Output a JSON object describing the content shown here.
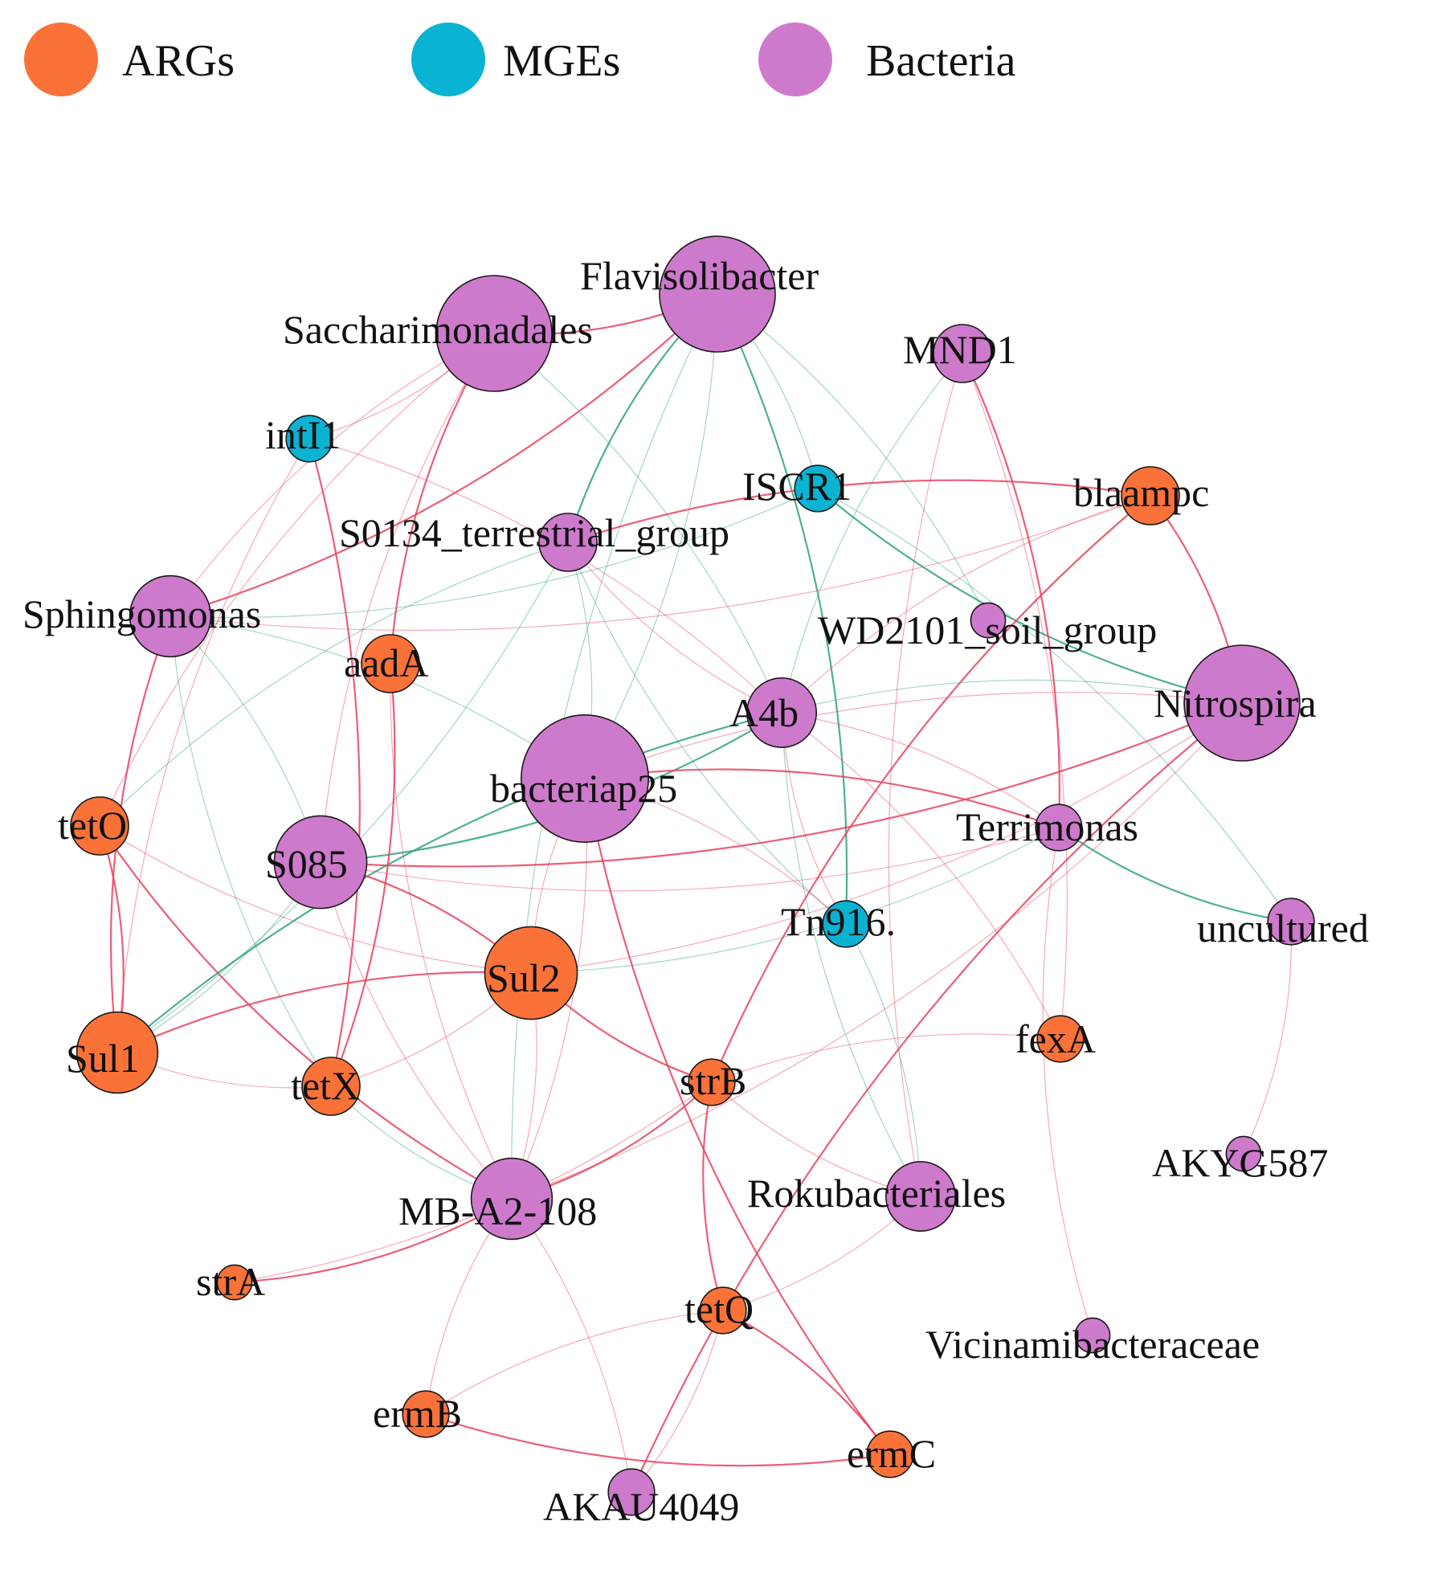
{
  "colors": {
    "ARGs": "#FB7239",
    "MGEs": "#0BB3D3",
    "Bacteria": "#CE7ACC",
    "edge_positive": "#E8435E",
    "edge_negative": "#2FA37A"
  },
  "legend": [
    {
      "key": "ARGs",
      "label": "ARGs"
    },
    {
      "key": "MGEs",
      "label": "MGEs"
    },
    {
      "key": "Bacteria",
      "label": "Bacteria"
    }
  ],
  "nodes": [
    {
      "id": "Flavisolibacter",
      "label": "Flavisolibacter",
      "type": "Bacteria",
      "size": 10
    },
    {
      "id": "Saccharimonadales",
      "label": "Saccharimonadales",
      "type": "Bacteria",
      "size": 10
    },
    {
      "id": "MND1",
      "label": "MND1",
      "type": "Bacteria",
      "size": 5
    },
    {
      "id": "intI1",
      "label": "intI1",
      "type": "MGEs",
      "size": 4
    },
    {
      "id": "ISCR1",
      "label": "ISCR1",
      "type": "MGEs",
      "size": 4
    },
    {
      "id": "blaampc",
      "label": "blaampc",
      "type": "ARGs",
      "size": 5
    },
    {
      "id": "S0134",
      "label": "S0134_terrestrial_group",
      "type": "Bacteria",
      "size": 5
    },
    {
      "id": "Sphingomonas",
      "label": "Sphingomonas",
      "type": "Bacteria",
      "size": 7
    },
    {
      "id": "WD2101",
      "label": "WD2101_soil_group",
      "type": "Bacteria",
      "size": 3
    },
    {
      "id": "aadA",
      "label": "aadA",
      "type": "ARGs",
      "size": 5
    },
    {
      "id": "A4b",
      "label": "A4b",
      "type": "Bacteria",
      "size": 6
    },
    {
      "id": "Nitrospira",
      "label": "Nitrospira",
      "type": "Bacteria",
      "size": 10
    },
    {
      "id": "bacteriap25",
      "label": "bacteriap25",
      "type": "Bacteria",
      "size": 11
    },
    {
      "id": "tetO",
      "label": "tetO",
      "type": "ARGs",
      "size": 5
    },
    {
      "id": "S085",
      "label": "S085",
      "type": "Bacteria",
      "size": 8
    },
    {
      "id": "Terrimonas",
      "label": "Terrimonas",
      "type": "Bacteria",
      "size": 4
    },
    {
      "id": "Tn916",
      "label": "Tn916.",
      "type": "MGEs",
      "size": 4
    },
    {
      "id": "uncultured",
      "label": "uncultured",
      "type": "Bacteria",
      "size": 4
    },
    {
      "id": "Sul2",
      "label": "Sul2",
      "type": "ARGs",
      "size": 8
    },
    {
      "id": "Sul1",
      "label": "Sul1",
      "type": "ARGs",
      "size": 7
    },
    {
      "id": "fexA",
      "label": "fexA",
      "type": "ARGs",
      "size": 4
    },
    {
      "id": "tetX",
      "label": "tetX",
      "type": "ARGs",
      "size": 5
    },
    {
      "id": "strB",
      "label": "strB",
      "type": "ARGs",
      "size": 4
    },
    {
      "id": "AKYG587",
      "label": "AKYG587",
      "type": "Bacteria",
      "size": 3
    },
    {
      "id": "MBA2108",
      "label": "MB-A2-108",
      "type": "Bacteria",
      "size": 7
    },
    {
      "id": "Rokubacteriales",
      "label": "Rokubacteriales",
      "type": "Bacteria",
      "size": 6
    },
    {
      "id": "strA",
      "label": "strA",
      "type": "ARGs",
      "size": 3
    },
    {
      "id": "tetQ",
      "label": "tetQ",
      "type": "ARGs",
      "size": 4
    },
    {
      "id": "Vicinamibacteraceae",
      "label": "Vicinamibacteraceae",
      "type": "Bacteria",
      "size": 3
    },
    {
      "id": "ermB",
      "label": "ermB",
      "type": "ARGs",
      "size": 4
    },
    {
      "id": "ermC",
      "label": "ermC",
      "type": "ARGs",
      "size": 4
    },
    {
      "id": "AKAU4049",
      "label": "AKAU4049",
      "type": "Bacteria",
      "size": 4
    }
  ],
  "edges": [
    {
      "source": "Saccharimonadales",
      "target": "Flavisolibacter",
      "sign": "positive"
    },
    {
      "source": "Saccharimonadales",
      "target": "intI1",
      "sign": "positive"
    },
    {
      "source": "Saccharimonadales",
      "target": "Sphingomonas",
      "sign": "positive"
    },
    {
      "source": "Flavisolibacter",
      "target": "Sphingomonas",
      "sign": "positive"
    },
    {
      "source": "Saccharimonadales",
      "target": "tetO",
      "sign": "positive"
    },
    {
      "source": "Flavisolibacter",
      "target": "ISCR1",
      "sign": "negative"
    },
    {
      "source": "Flavisolibacter",
      "target": "S0134",
      "sign": "negative"
    },
    {
      "source": "Flavisolibacter",
      "target": "bacteriap25",
      "sign": "negative"
    },
    {
      "source": "Flavisolibacter",
      "target": "MBA2108",
      "sign": "negative"
    },
    {
      "source": "Flavisolibacter",
      "target": "Tn916",
      "sign": "negative"
    },
    {
      "source": "Saccharimonadales",
      "target": "S085",
      "sign": "positive"
    },
    {
      "source": "Saccharimonadales",
      "target": "A4b",
      "sign": "negative"
    },
    {
      "source": "Saccharimonadales",
      "target": "aadA",
      "sign": "positive"
    },
    {
      "source": "intI1",
      "target": "A4b",
      "sign": "positive"
    },
    {
      "source": "intI1",
      "target": "Sul1",
      "sign": "positive"
    },
    {
      "source": "intI1",
      "target": "tetX",
      "sign": "positive"
    },
    {
      "source": "Sphingomonas",
      "target": "tetX",
      "sign": "negative"
    },
    {
      "source": "Sphingomonas",
      "target": "bacteriap25",
      "sign": "negative"
    },
    {
      "source": "Sphingomonas",
      "target": "Sul1",
      "sign": "positive"
    },
    {
      "source": "Sphingomonas",
      "target": "S085",
      "sign": "negative"
    },
    {
      "source": "Sphingomonas",
      "target": "ISCR1",
      "sign": "negative"
    },
    {
      "source": "tetO",
      "target": "Sul1",
      "sign": "positive"
    },
    {
      "source": "tetO",
      "target": "Sul2",
      "sign": "positive"
    },
    {
      "source": "tetO",
      "target": "S0134",
      "sign": "negative"
    },
    {
      "source": "tetO",
      "target": "MBA2108",
      "sign": "positive"
    },
    {
      "source": "S0134",
      "target": "Sul1",
      "sign": "negative"
    },
    {
      "source": "S0134",
      "target": "A4b",
      "sign": "positive"
    },
    {
      "source": "S0134",
      "target": "blaampc",
      "sign": "positive"
    },
    {
      "source": "S0134",
      "target": "Tn916",
      "sign": "negative"
    },
    {
      "source": "S0134",
      "target": "bacteriap25",
      "sign": "negative"
    },
    {
      "source": "ISCR1",
      "target": "Nitrospira",
      "sign": "negative"
    },
    {
      "source": "ISCR1",
      "target": "uncultured",
      "sign": "negative"
    },
    {
      "source": "MND1",
      "target": "A4b",
      "sign": "negative"
    },
    {
      "source": "MND1",
      "target": "Terrimonas",
      "sign": "positive"
    },
    {
      "source": "MND1",
      "target": "Rokubacteriales",
      "sign": "positive"
    },
    {
      "source": "MND1",
      "target": "fexA",
      "sign": "positive"
    },
    {
      "source": "blaampc",
      "target": "strB",
      "sign": "positive"
    },
    {
      "source": "blaampc",
      "target": "Sphingomonas",
      "sign": "positive"
    },
    {
      "source": "blaampc",
      "target": "A4b",
      "sign": "positive"
    },
    {
      "source": "Nitrospira",
      "target": "S085",
      "sign": "positive"
    },
    {
      "source": "Nitrospira",
      "target": "bacteriap25",
      "sign": "positive"
    },
    {
      "source": "Nitrospira",
      "target": "MBA2108",
      "sign": "positive"
    },
    {
      "source": "Nitrospira",
      "target": "AKAU4049",
      "sign": "positive"
    },
    {
      "source": "Nitrospira",
      "target": "Sul2",
      "sign": "positive"
    },
    {
      "source": "Nitrospira",
      "target": "A4b",
      "sign": "negative"
    },
    {
      "source": "A4b",
      "target": "S085",
      "sign": "negative"
    },
    {
      "source": "A4b",
      "target": "Tn916",
      "sign": "positive"
    },
    {
      "source": "A4b",
      "target": "fexA",
      "sign": "positive"
    },
    {
      "source": "A4b",
      "target": "Sul1",
      "sign": "negative"
    },
    {
      "source": "A4b",
      "target": "Terrimonas",
      "sign": "positive"
    },
    {
      "source": "A4b",
      "target": "Rokubacteriales",
      "sign": "negative"
    },
    {
      "source": "bacteriap25",
      "target": "Terrimonas",
      "sign": "positive"
    },
    {
      "source": "bacteriap25",
      "target": "Sul2",
      "sign": "positive"
    },
    {
      "source": "bacteriap25",
      "target": "MBA2108",
      "sign": "positive"
    },
    {
      "source": "bacteriap25",
      "target": "ermC",
      "sign": "positive"
    },
    {
      "source": "bacteriap25",
      "target": "Tn916",
      "sign": "positive"
    },
    {
      "source": "S085",
      "target": "Terrimonas",
      "sign": "positive"
    },
    {
      "source": "S085",
      "target": "Sul2",
      "sign": "positive"
    },
    {
      "source": "S085",
      "target": "MBA2108",
      "sign": "positive"
    },
    {
      "source": "S085",
      "target": "Sul1",
      "sign": "negative"
    },
    {
      "source": "Terrimonas",
      "target": "uncultured",
      "sign": "negative"
    },
    {
      "source": "Terrimonas",
      "target": "Sul2",
      "sign": "negative"
    },
    {
      "source": "Terrimonas",
      "target": "Vicinamibacteraceae",
      "sign": "positive"
    },
    {
      "source": "Sul1",
      "target": "Sul2",
      "sign": "positive"
    },
    {
      "source": "Sul1",
      "target": "tetX",
      "sign": "positive"
    },
    {
      "source": "Sul2",
      "target": "MBA2108",
      "sign": "positive"
    },
    {
      "source": "Sul2",
      "target": "strB",
      "sign": "positive"
    },
    {
      "source": "Sul2",
      "target": "tetX",
      "sign": "positive"
    },
    {
      "source": "aadA",
      "target": "MBA2108",
      "sign": "positive"
    },
    {
      "source": "aadA",
      "target": "tetX",
      "sign": "positive"
    },
    {
      "source": "tetX",
      "target": "MBA2108",
      "sign": "negative"
    },
    {
      "source": "strB",
      "target": "strA",
      "sign": "positive"
    },
    {
      "source": "strB",
      "target": "tetQ",
      "sign": "positive"
    },
    {
      "source": "strB",
      "target": "fexA",
      "sign": "positive"
    },
    {
      "source": "strB",
      "target": "Rokubacteriales",
      "sign": "positive"
    },
    {
      "source": "MBA2108",
      "target": "strA",
      "sign": "positive"
    },
    {
      "source": "MBA2108",
      "target": "ermB",
      "sign": "positive"
    },
    {
      "source": "MBA2108",
      "target": "AKAU4049",
      "sign": "positive"
    },
    {
      "source": "MBA2108",
      "target": "strB",
      "sign": "positive"
    },
    {
      "source": "Rokubacteriales",
      "target": "tetQ",
      "sign": "positive"
    },
    {
      "source": "Rokubacteriales",
      "target": "Tn916",
      "sign": "negative"
    },
    {
      "source": "tetQ",
      "target": "ermC",
      "sign": "positive"
    },
    {
      "source": "tetQ",
      "target": "ermB",
      "sign": "positive"
    },
    {
      "source": "tetQ",
      "target": "AKAU4049",
      "sign": "positive"
    },
    {
      "source": "ermB",
      "target": "ermC",
      "sign": "positive"
    },
    {
      "source": "uncultured",
      "target": "AKYG587",
      "sign": "positive"
    },
    {
      "source": "WD2101",
      "target": "Flavisolibacter",
      "sign": "negative"
    },
    {
      "source": "blaampc",
      "target": "Nitrospira",
      "sign": "positive"
    }
  ]
}
